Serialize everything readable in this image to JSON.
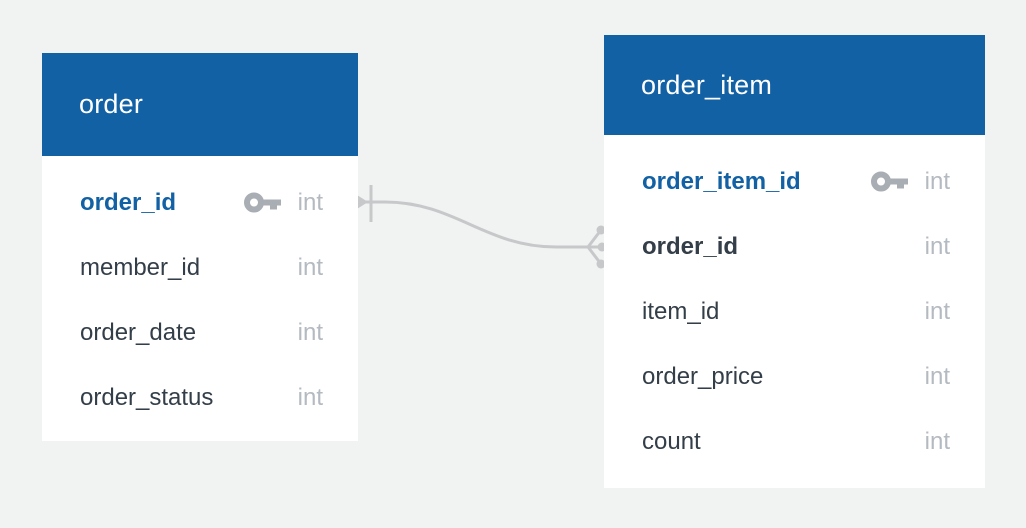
{
  "diagram": {
    "type": "entity-relationship",
    "background_color": "#f1f2f2",
    "header_color": "#1261a4",
    "pk_text_color": "#1261a4",
    "column_text_color": "#333e48",
    "type_text_color": "#b4bac1",
    "connector_color": "#c6c8ca",
    "tables": [
      {
        "name": "order",
        "columns": [
          {
            "name": "order_id",
            "type": "int",
            "pk": true
          },
          {
            "name": "member_id",
            "type": "int"
          },
          {
            "name": "order_date",
            "type": "int"
          },
          {
            "name": "order_status",
            "type": "int"
          }
        ]
      },
      {
        "name": "order_item",
        "columns": [
          {
            "name": "order_item_id",
            "type": "int",
            "pk": true
          },
          {
            "name": "order_id",
            "type": "int",
            "fk": true
          },
          {
            "name": "item_id",
            "type": "int"
          },
          {
            "name": "order_price",
            "type": "int"
          },
          {
            "name": "count",
            "type": "int"
          }
        ]
      }
    ],
    "relationship": {
      "from_table": "order",
      "from_column": "order_id",
      "from_cardinality": "one",
      "to_table": "order_item",
      "to_column": "order_id",
      "to_cardinality": "many"
    }
  }
}
